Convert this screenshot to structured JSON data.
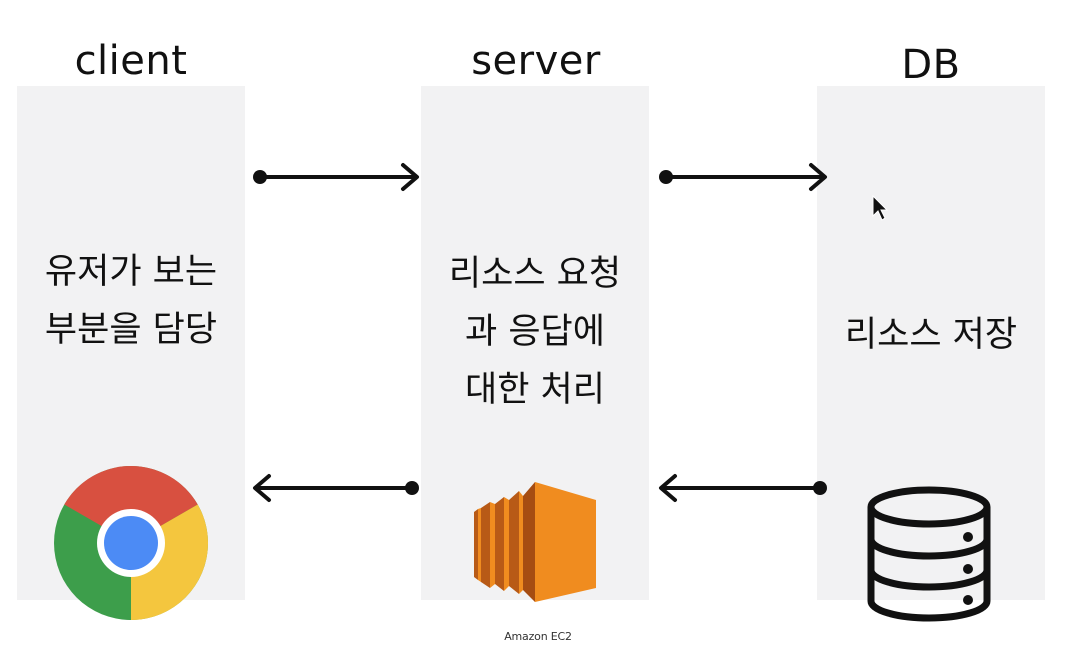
{
  "columns": {
    "client": {
      "title": "client",
      "desc_line1": "유저가 보는",
      "desc_line2": "부분을 담당"
    },
    "server": {
      "title": "server",
      "desc_line1": "리소스 요청",
      "desc_line2": "과 응답에",
      "desc_line3": "대한 처리"
    },
    "db": {
      "title": "DB",
      "desc_line1": "리소스 저장"
    }
  },
  "icons": {
    "client": "chrome-icon",
    "server": "amazon-ec2-icon",
    "db": "database-icon"
  },
  "ec2_label": "Amazon EC2",
  "colors": {
    "box": "#f2f2f3",
    "arrow": "#111111",
    "chrome_red": "#d85040",
    "chrome_green": "#3d9e4b",
    "chrome_yellow": "#f4c63e",
    "chrome_blue": "#4c8bf5",
    "ec2_orange": "#f08c1f"
  }
}
